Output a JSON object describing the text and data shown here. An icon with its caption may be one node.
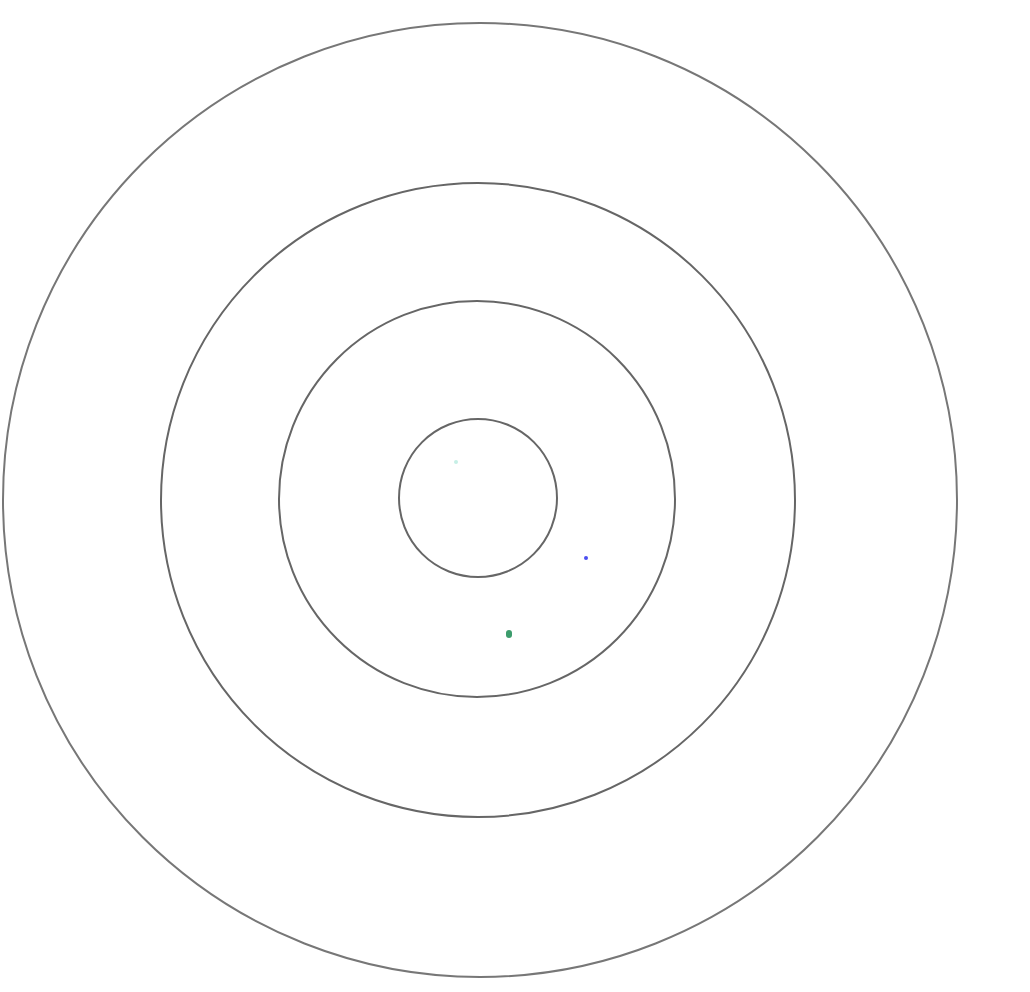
{
  "diagram": {
    "nodes": [
      {
        "text": [],
        "shape": "circle"
      },
      {
        "text": [],
        "shape": "circle",
        "in": 0
      },
      {
        "text": [],
        "shape": "circle",
        "in": 1
      },
      {
        "text": [],
        "shape": "circle",
        "in": 2
      },
      {
        "text": [],
        "shape": "dot",
        "in": 3
      },
      {
        "text": [],
        "shape": "dot",
        "in": 2
      },
      {
        "text": [],
        "shape": "dot",
        "in": 2
      }
    ]
  }
}
